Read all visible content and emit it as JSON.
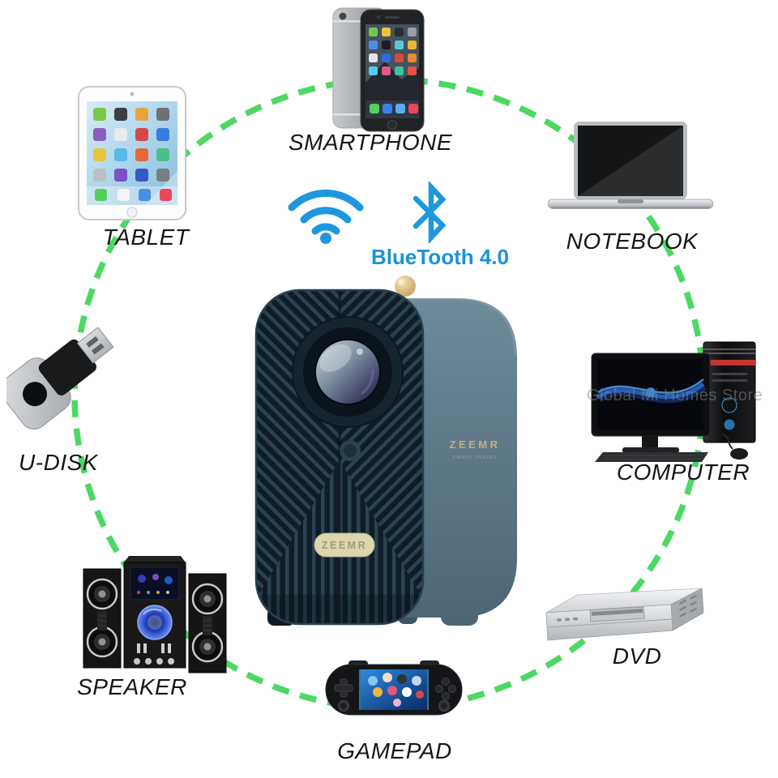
{
  "connectivity": {
    "bluetooth_label": "BlueTooth 4.0"
  },
  "brand": {
    "side_logo": "ZEEMR",
    "side_tagline": "SMART SERIES",
    "badge_logo": "ZEEMR"
  },
  "devices": [
    {
      "id": "smartphone",
      "label": "SMARTPHONE"
    },
    {
      "id": "tablet",
      "label": "TABLET"
    },
    {
      "id": "notebook",
      "label": "NOTEBOOK"
    },
    {
      "id": "udisk",
      "label": "U-DISK"
    },
    {
      "id": "computer",
      "label": "COMPUTER"
    },
    {
      "id": "speaker",
      "label": "SPEAKER"
    },
    {
      "id": "dvd",
      "label": "DVD"
    },
    {
      "id": "gamepad",
      "label": "GAMEPAD"
    }
  ],
  "watermark": "Global Mi Homes Store",
  "icons": {
    "wifi": "wifi-icon",
    "bluetooth": "bluetooth-icon"
  },
  "colors": {
    "dash_green": "#4cd863",
    "icon_blue": "#1d97dd",
    "projector_front": "#101c25",
    "projector_side": "#5d7a8a",
    "gold_accent": "#c5ae7a"
  }
}
